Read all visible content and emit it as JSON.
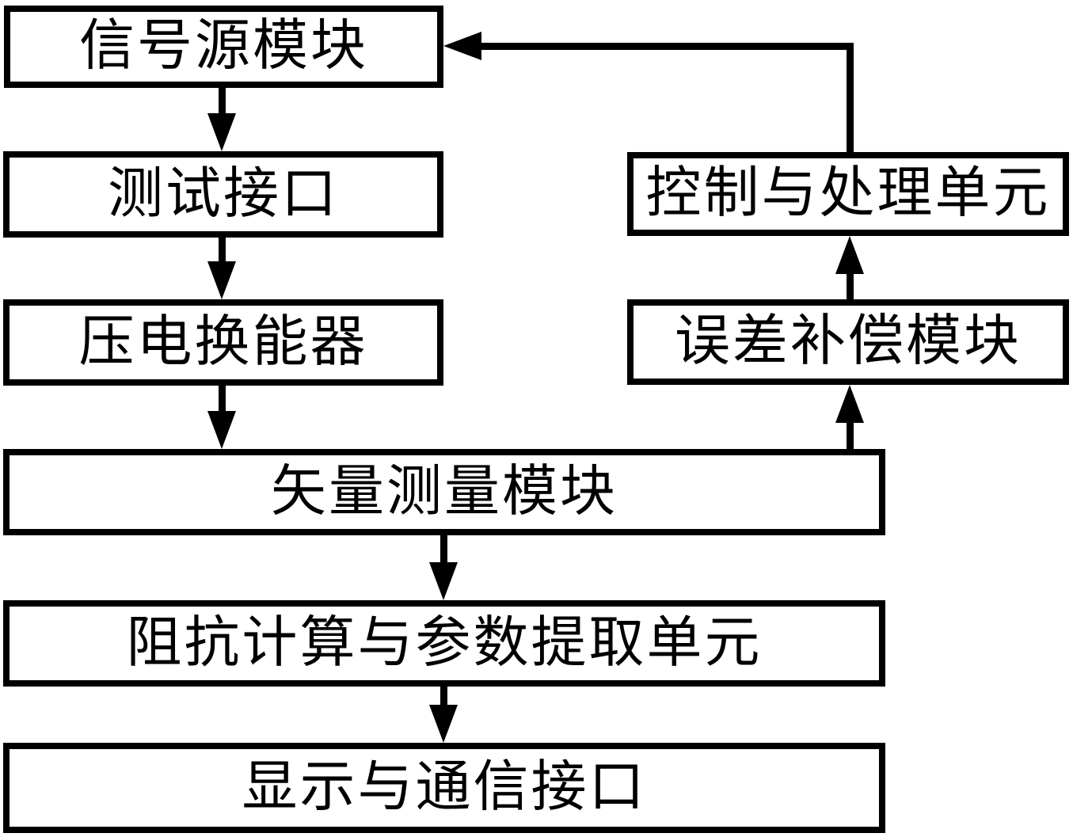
{
  "diagram": {
    "background_color": "#ffffff",
    "stroke_color": "#000000",
    "nodes": {
      "signal_source_module": {
        "label": "信号源模块"
      },
      "test_interface": {
        "label": "测试接口"
      },
      "piezoelectric_transducer": {
        "label": "压电换能器"
      },
      "vector_measurement_module": {
        "label": "矢量测量模块"
      },
      "impedance_calculation_parameter_extraction_unit": {
        "label": "阻抗计算与参数提取单元"
      },
      "display_communication_interface": {
        "label": "显示与通信接口"
      },
      "control_processing_unit": {
        "label": "控制与处理单元"
      },
      "error_compensation_module": {
        "label": "误差补偿模块"
      }
    }
  }
}
